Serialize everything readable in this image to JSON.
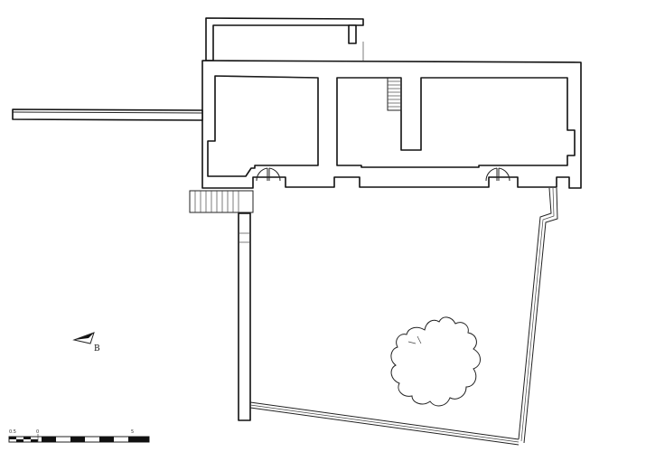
{
  "north_arrow": {
    "letter": "B",
    "icon": "north-arrow-icon"
  },
  "scale_bar": {
    "labels": [
      "0.5",
      "0",
      "5"
    ]
  },
  "colors": {
    "line": "#111111",
    "background": "#ffffff"
  }
}
